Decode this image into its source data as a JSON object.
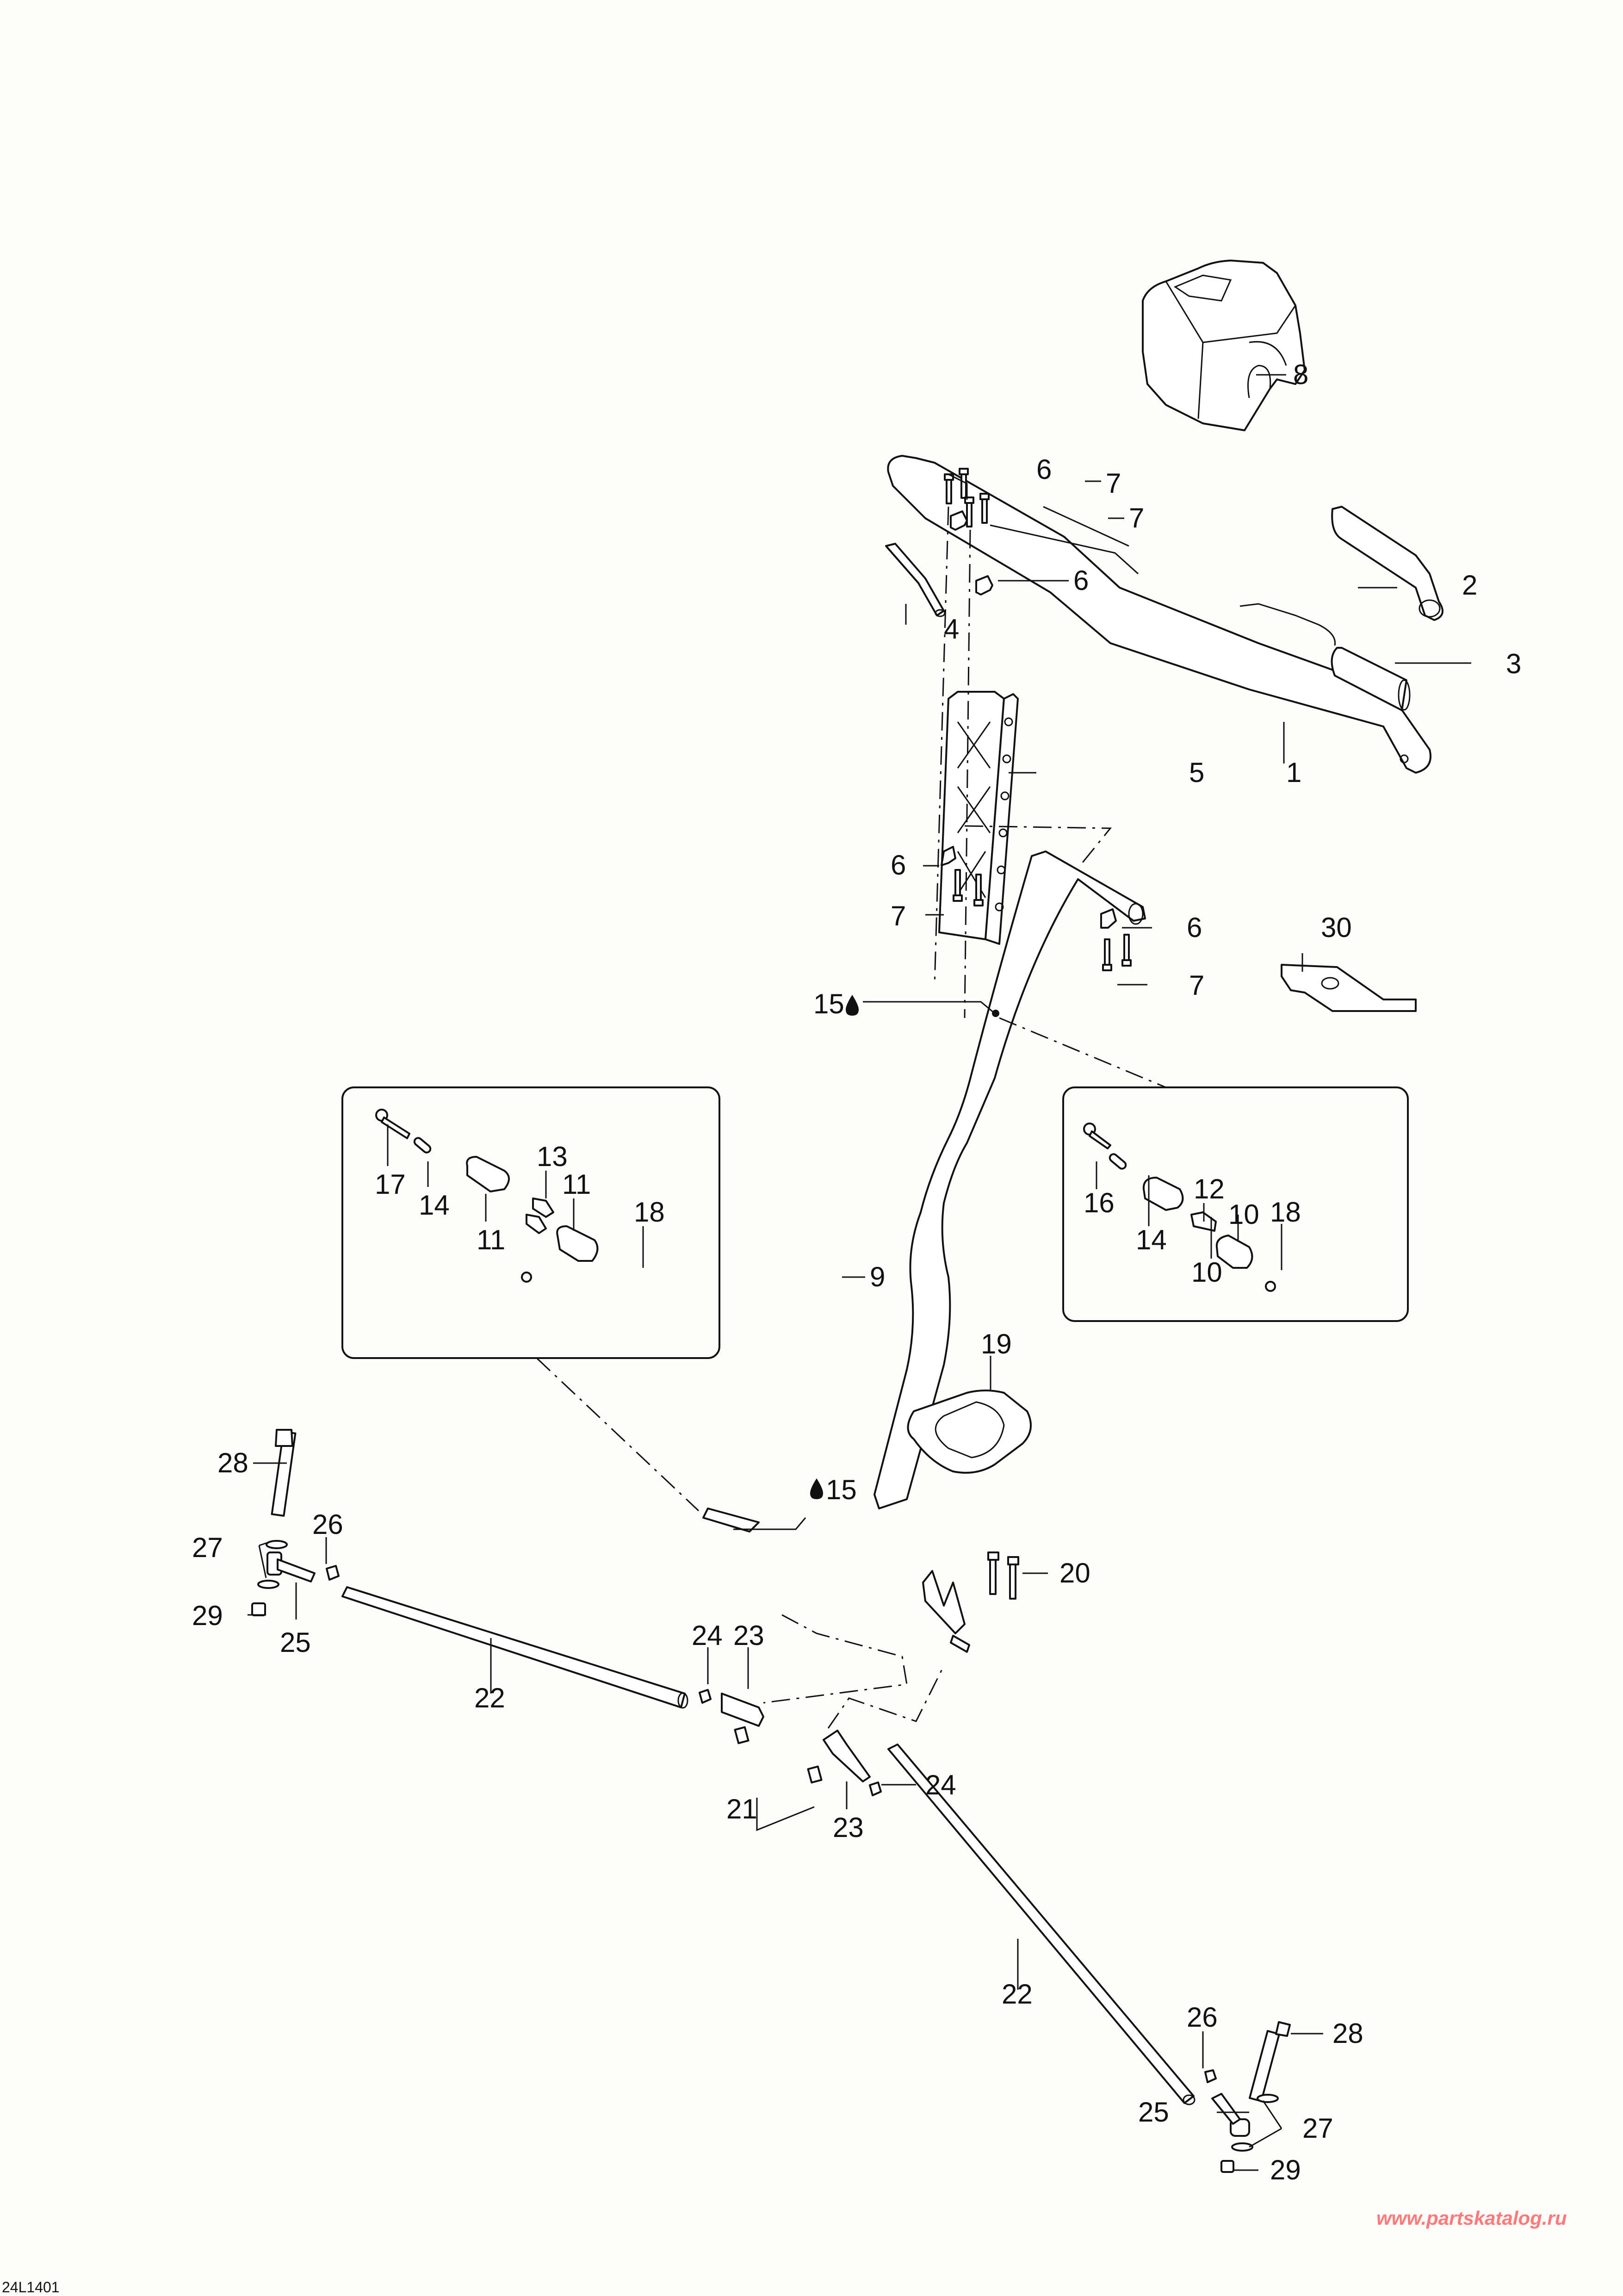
{
  "diagram": {
    "type": "exploded-parts-diagram",
    "subject": "steering assembly",
    "figure_code": "24L1401",
    "watermark": "www.partskatalog.ru",
    "watermark_color": "#ff7a78",
    "line_color": "#111111",
    "background_color": "#fdfdfc",
    "callouts": [
      {
        "id": "c1",
        "number": "1",
        "part": "handlebar"
      },
      {
        "id": "c2",
        "number": "2",
        "part": "grip"
      },
      {
        "id": "c3",
        "number": "3",
        "part": "heated grip element"
      },
      {
        "id": "c4",
        "number": "4",
        "part": "handlebar end tube"
      },
      {
        "id": "c5",
        "number": "5",
        "part": "handlebar riser"
      },
      {
        "id": "c6a",
        "number": "6",
        "part": "handlebar clamp"
      },
      {
        "id": "c6b",
        "number": "6",
        "part": "handlebar clamp"
      },
      {
        "id": "c6c",
        "number": "6",
        "part": "riser clamp"
      },
      {
        "id": "c6d",
        "number": "6",
        "part": "riser clamp"
      },
      {
        "id": "c7a",
        "number": "7",
        "part": "flange screw"
      },
      {
        "id": "c7b",
        "number": "7",
        "part": "flange screw"
      },
      {
        "id": "c7c",
        "number": "7",
        "part": "flange screw"
      },
      {
        "id": "c7d",
        "number": "7",
        "part": "flange screw"
      },
      {
        "id": "c8",
        "number": "8",
        "part": "handlebar pad cover"
      },
      {
        "id": "c9",
        "number": "9",
        "part": "steering column"
      },
      {
        "id": "c15a",
        "number": "15",
        "part": "lubrication point",
        "icon": "oil-drop"
      },
      {
        "id": "c15b",
        "number": "15",
        "part": "lubrication point",
        "icon": "oil-drop"
      },
      {
        "id": "c19",
        "number": "19",
        "part": "steering column boot"
      },
      {
        "id": "c20",
        "number": "20",
        "part": "screw"
      },
      {
        "id": "c21",
        "number": "21",
        "part": "spacer"
      },
      {
        "id": "c22a",
        "number": "22",
        "part": "tie rod"
      },
      {
        "id": "c22b",
        "number": "22",
        "part": "tie rod"
      },
      {
        "id": "c23a",
        "number": "23",
        "part": "ball joint"
      },
      {
        "id": "c23b",
        "number": "23",
        "part": "ball joint"
      },
      {
        "id": "c24a",
        "number": "24",
        "part": "jam nut"
      },
      {
        "id": "c24b",
        "number": "24",
        "part": "jam nut"
      },
      {
        "id": "c25a",
        "number": "25",
        "part": "ball joint end"
      },
      {
        "id": "c25b",
        "number": "25",
        "part": "ball joint end"
      },
      {
        "id": "c26a",
        "number": "26",
        "part": "jam nut"
      },
      {
        "id": "c26b",
        "number": "26",
        "part": "jam nut"
      },
      {
        "id": "c27a",
        "number": "27",
        "part": "washer"
      },
      {
        "id": "c27b",
        "number": "27",
        "part": "washer"
      },
      {
        "id": "c28a",
        "number": "28",
        "part": "hex screw"
      },
      {
        "id": "c28b",
        "number": "28",
        "part": "hex screw"
      },
      {
        "id": "c29a",
        "number": "29",
        "part": "lock nut"
      },
      {
        "id": "c29b",
        "number": "29",
        "part": "lock nut"
      },
      {
        "id": "c30",
        "number": "30",
        "part": "plate"
      }
    ],
    "inset_left": {
      "callouts": [
        {
          "id": "l17",
          "number": "17",
          "part": "screw"
        },
        {
          "id": "l14",
          "number": "14",
          "part": "sleeve"
        },
        {
          "id": "l11a",
          "number": "11",
          "part": "bearing half"
        },
        {
          "id": "l13",
          "number": "13",
          "part": "bushing"
        },
        {
          "id": "l11b",
          "number": "11",
          "part": "bearing half"
        },
        {
          "id": "l18",
          "number": "18",
          "part": "nut"
        }
      ]
    },
    "inset_right": {
      "callouts": [
        {
          "id": "r16",
          "number": "16",
          "part": "screw"
        },
        {
          "id": "r14",
          "number": "14",
          "part": "sleeve"
        },
        {
          "id": "r10a",
          "number": "10",
          "part": "bearing half"
        },
        {
          "id": "r12",
          "number": "12",
          "part": "bushing"
        },
        {
          "id": "r10b",
          "number": "10",
          "part": "bearing half"
        },
        {
          "id": "r18",
          "number": "18",
          "part": "nut"
        }
      ]
    }
  }
}
